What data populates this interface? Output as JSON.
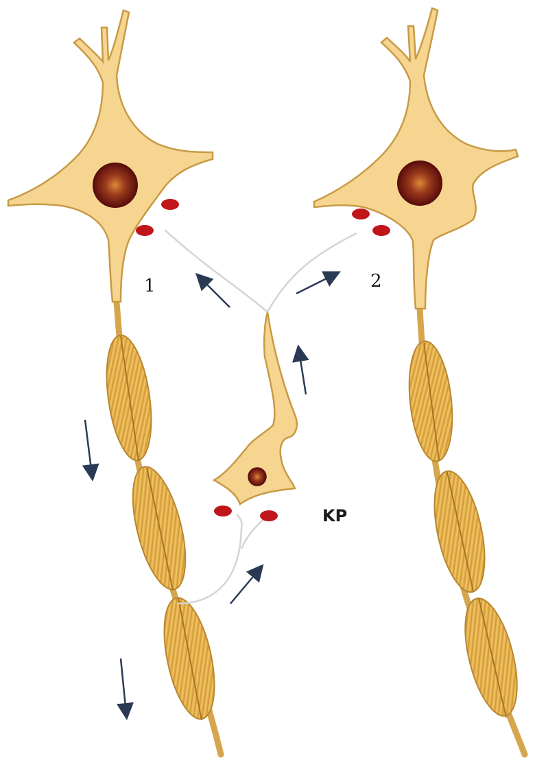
{
  "labels": {
    "neuron_1": "1",
    "neuron_2": "2",
    "interneuron": "KP"
  },
  "colors": {
    "soma_fill": "#f4d48c",
    "soma_stroke": "#c89a45",
    "nucleus_outer": "#6b1410",
    "nucleus_inner": "#c86a2a",
    "myelin_fill": "#e9b44c",
    "myelin_stroke": "#b8862e",
    "synapse": "#c0161b",
    "arrow": "#2a3a55",
    "fiber": "#d8d8d8",
    "label": "#1a1a1a"
  },
  "icons": {
    "arrows": "arrow-icon",
    "synapses": "synapse-terminal-icon"
  }
}
